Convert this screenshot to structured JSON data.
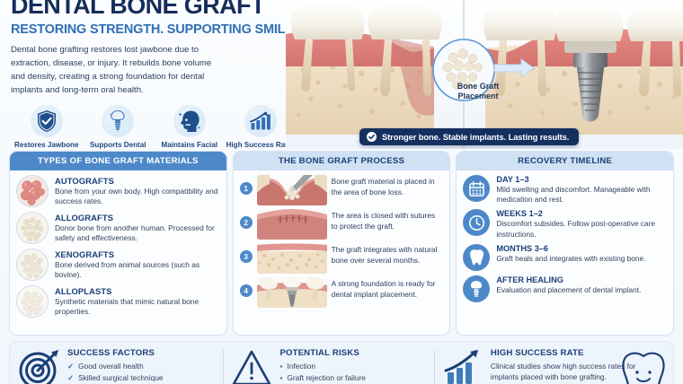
{
  "header": {
    "title": "DENTAL BONE GRAFT",
    "subtitle": "RESTORING STRENGTH. SUPPORTING SMILES.",
    "intro": "Dental bone grafting restores lost jawbone due to extraction, disease, or injury. It rebuilds bone volume and density, creating a strong foundation for dental implants and long-term oral health.",
    "benefits": [
      {
        "icon": "shield-check-icon",
        "label": "Restores Jawbone"
      },
      {
        "icon": "dental-implant-icon",
        "label": "Supports Dental Implants"
      },
      {
        "icon": "facial-profile-icon",
        "label": "Maintains Facial Structure"
      },
      {
        "icon": "growth-chart-icon",
        "label": "High Success Rates"
      }
    ]
  },
  "hero": {
    "callout_label": "Bone Graft Placement",
    "banner_text": "Stronger bone. Stable implants. Lasting results.",
    "banner_icon": "check-circle-icon"
  },
  "panels": {
    "materials": {
      "heading": "TYPES OF BONE GRAFT MATERIALS",
      "items": [
        {
          "name": "AUTOGRAFTS",
          "desc": "Bone from your own body. High compatibility and success rates.",
          "color": "#e08b84"
        },
        {
          "name": "ALLOGRAFTS",
          "desc": "Donor bone from another human. Processed for safety and effectiveness.",
          "color": "#e8e0cd"
        },
        {
          "name": "XENOGRAFTS",
          "desc": "Bone derived from animal sources (such as bovine).",
          "color": "#ece5d6"
        },
        {
          "name": "ALLOPLASTS",
          "desc": "Synthetic materials that mimic natural bone properties.",
          "color": "#f0ece2"
        }
      ]
    },
    "process": {
      "heading": "THE BONE GRAFT PROCESS",
      "steps": [
        {
          "num": "1",
          "desc": "Bone graft material is placed in the area of bone loss."
        },
        {
          "num": "2",
          "desc": "The area is closed with sutures to protect the graft."
        },
        {
          "num": "3",
          "desc": "The graft integrates with natural bone over several months."
        },
        {
          "num": "4",
          "desc": "A strong foundation is ready for dental implant placement."
        }
      ]
    },
    "recovery": {
      "heading": "RECOVERY TIMELINE",
      "items": [
        {
          "icon": "calendar-icon",
          "title": "DAY 1–3",
          "desc": "Mild swelling and discomfort. Manageable with medication and rest."
        },
        {
          "icon": "clock-icon",
          "title": "WEEKS 1–2",
          "desc": "Discomfort subsides. Follow post-operative care instructions."
        },
        {
          "icon": "tooth-icon",
          "title": "MONTHS 3–6",
          "desc": "Graft heals and integrates with existing bone."
        },
        {
          "icon": "implant-icon",
          "title": "AFTER HEALING",
          "desc": "Evaluation and placement of dental implant."
        }
      ]
    }
  },
  "bottom": {
    "success": {
      "icon": "target-icon",
      "title": "SUCCESS FACTORS",
      "items": [
        "Good overall health",
        "Skilled surgical technique"
      ],
      "marker": "✓"
    },
    "risks": {
      "icon": "warning-triangle-icon",
      "title": "POTENTIAL RISKS",
      "items": [
        "Infection",
        "Graft rejection or failure"
      ],
      "marker": "▪"
    },
    "rate": {
      "icon": "growth-chart-icon",
      "title": "HIGH SUCCESS RATE",
      "desc": "Clinical studies show high success rates for implants placed with bone grafting.",
      "tooth_icon": "smiling-tooth-icon"
    }
  },
  "colors": {
    "brand_navy": "#152c5b",
    "brand_blue": "#2f6fb5",
    "panel_blue": "#4d89c9",
    "light_blue": "#cfe1f3",
    "banner_navy": "#14305f",
    "page_bg": "#f4f8fc"
  }
}
